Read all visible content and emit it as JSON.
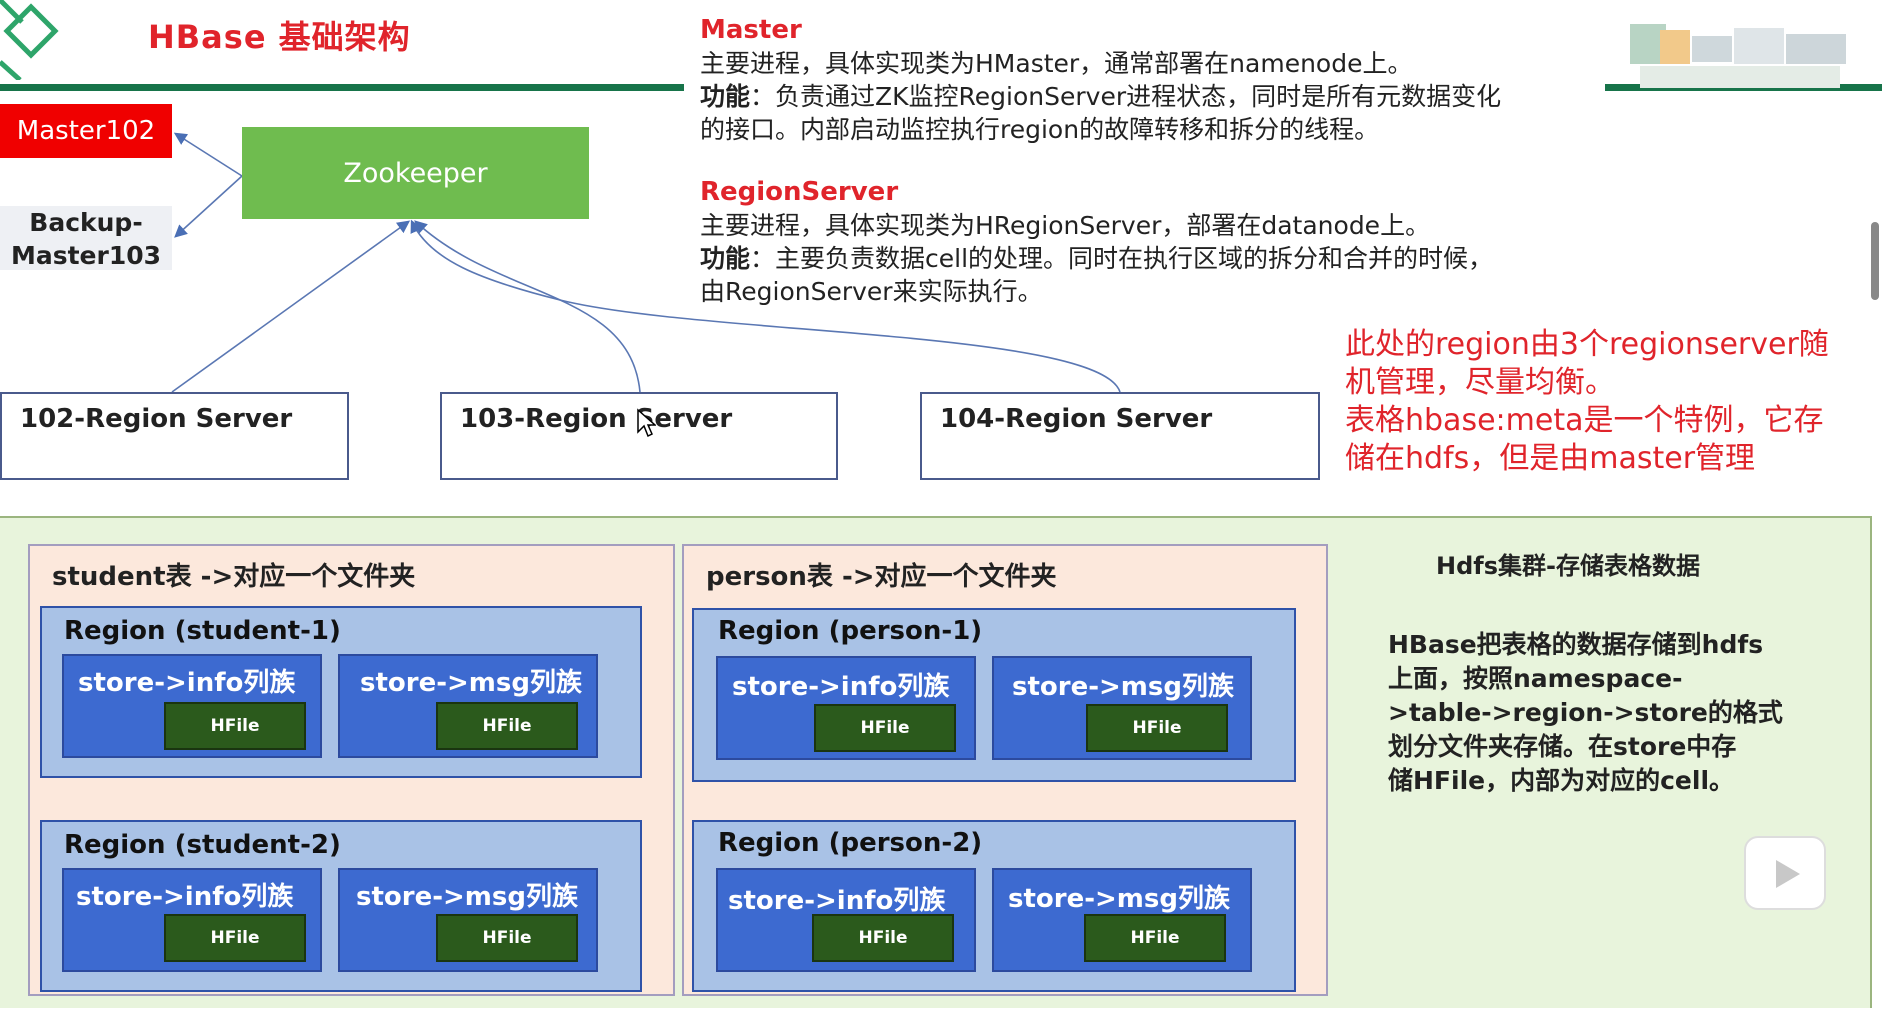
{
  "header": {
    "title": "HBase 基础架构"
  },
  "master_desc": {
    "heading": "Master",
    "line1": "主要进程，具体实现类为HMaster，通常部署在namenode上。",
    "func_label": "功能",
    "line2": "：负责通过ZK监控RegionServer进程状态，同时是所有元数据变化",
    "line3": "的接口。内部启动监控执行region的故障转移和拆分的线程。"
  },
  "rs_desc": {
    "heading": "RegionServer",
    "line1": "主要进程，具体实现类为HRegionServer，部署在datanode上。",
    "func_label": "功能",
    "line2": "：主要负责数据cell的处理。同时在执行区域的拆分和合并的时候，",
    "line3": "由RegionServer来实际执行。"
  },
  "nodes": {
    "master102": "Master102",
    "backup_line1": "Backup-",
    "backup_line2": "Master103",
    "zookeeper": "Zookeeper",
    "rs102": "102-Region Server",
    "rs103": "103-Region Server",
    "rs104": "104-Region Server"
  },
  "note": {
    "line1": "此处的region由3个regionserver随",
    "line2": "机管理，尽量均衡。",
    "line3": "表格hbase:meta是一个特例，它存",
    "line4": "储在hdfs，但是由master管理"
  },
  "student": {
    "title": "student表 ->对应一个文件夹",
    "region1": "Region (student-1)",
    "region2": "Region (student-2)"
  },
  "person": {
    "title": "person表 ->对应一个文件夹",
    "region1": "Region (person-1)",
    "region2": "Region (person-2)"
  },
  "store": {
    "info": "store->info列族",
    "msg": "store->msg列族",
    "hfile": "HFile"
  },
  "hdfs": {
    "title": "Hdfs集群-存储表格数据",
    "line1": "HBase把表格的数据存储到hdfs",
    "line2": "上面，按照namespace-",
    "line3": ">table->region->store的格式",
    "line4": "划分文件夹存储。在store中存",
    "line5": "储HFile，内部为对应的cell。"
  },
  "colors": {
    "red": "#e0242b",
    "green": "#6fbc4f",
    "store_blue": "#3d6ad0",
    "hfile_green": "#2b5a1c"
  }
}
